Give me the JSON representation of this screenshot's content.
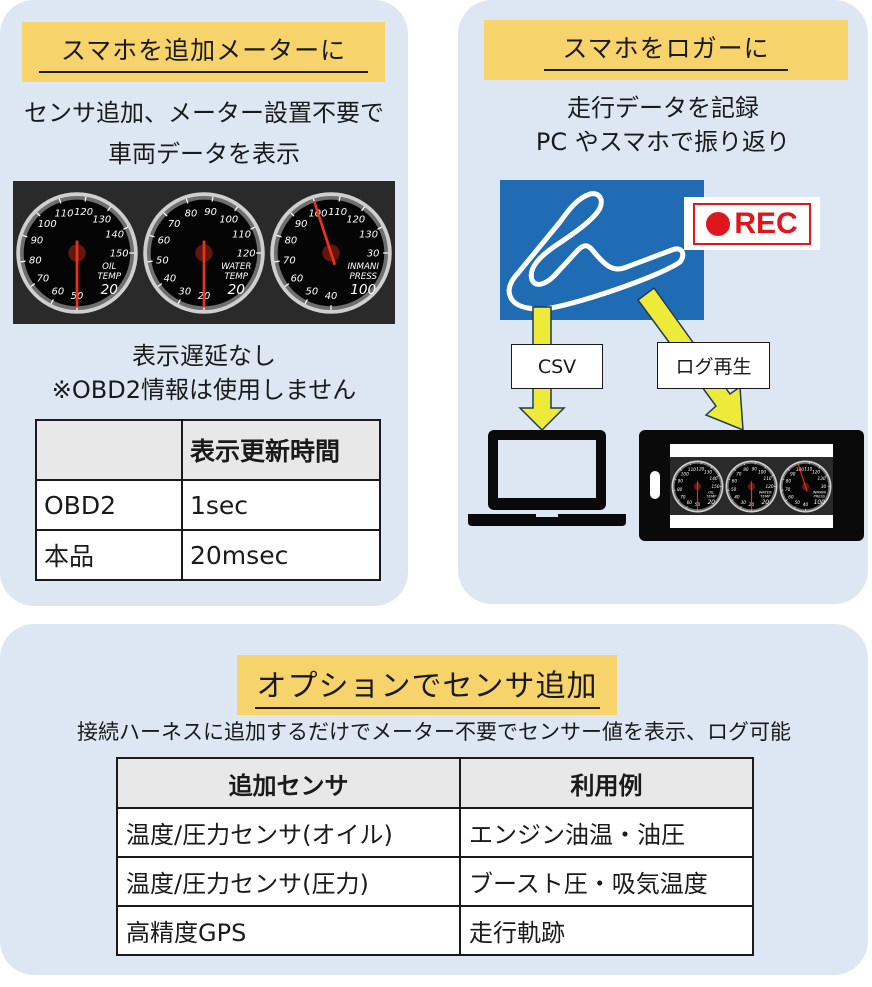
{
  "left_panel": {
    "banner_title": "スマホを追加メーターに",
    "desc_line1": "センサ追加、メーター設置不要で",
    "desc_line2": "車両データを表示",
    "gauges": [
      {
        "label_line1": "OIL",
        "label_line2": "TEMP",
        "value": "20",
        "ticks": [
          "50",
          "60",
          "70",
          "80",
          "90",
          "100",
          "110",
          "120",
          "130",
          "140",
          "150"
        ]
      },
      {
        "label_line1": "WATER",
        "label_line2": "TEMP",
        "value": "20",
        "ticks": [
          "20",
          "30",
          "40",
          "50",
          "60",
          "70",
          "80",
          "90",
          "100",
          "110",
          "120"
        ]
      },
      {
        "label_line1": "INMANI",
        "label_line2": "PRESS",
        "value": "100",
        "ticks": [
          "40",
          "50",
          "60",
          "70",
          "80",
          "90",
          "100",
          "110",
          "120",
          "130",
          "30"
        ]
      }
    ],
    "note_line1": "表示遅延なし",
    "note_line2": "※OBD2情報は使用しません",
    "latency_table": {
      "headers": [
        "",
        "表示更新時間"
      ],
      "rows": [
        [
          "OBD2",
          "1sec"
        ],
        [
          "本品",
          "20msec"
        ]
      ]
    }
  },
  "right_panel": {
    "banner_title": "スマホをロガーに",
    "desc_line1": "走行データを記録",
    "desc_line2": "PC やスマホで振り返り",
    "rec_label": "REC",
    "csv_label": "CSV",
    "log_playback_label": "ログ再生",
    "colors": {
      "track_bg": "#1f6cb5",
      "rec_red": "#e0161d",
      "arrow_yellow": "#eeea3a"
    }
  },
  "bottom_panel": {
    "banner_title": "オプションでセンサ追加",
    "description": "接続ハーネスに追加するだけでメーター不要でセンサー値を表示、ログ可能",
    "sensor_table": {
      "headers": [
        "追加センサ",
        "利用例"
      ],
      "rows": [
        [
          "温度/圧力センサ(オイル)",
          "エンジン油温・油圧"
        ],
        [
          "温度/圧力センサ(圧力)",
          "ブースト圧・吸気温度"
        ],
        [
          "高精度GPS",
          "走行軌跡"
        ]
      ]
    }
  },
  "colors": {
    "panel_bg": "#dce7f3",
    "banner_bg": "#f7d36b",
    "gauge_needle": "#e8321a"
  }
}
